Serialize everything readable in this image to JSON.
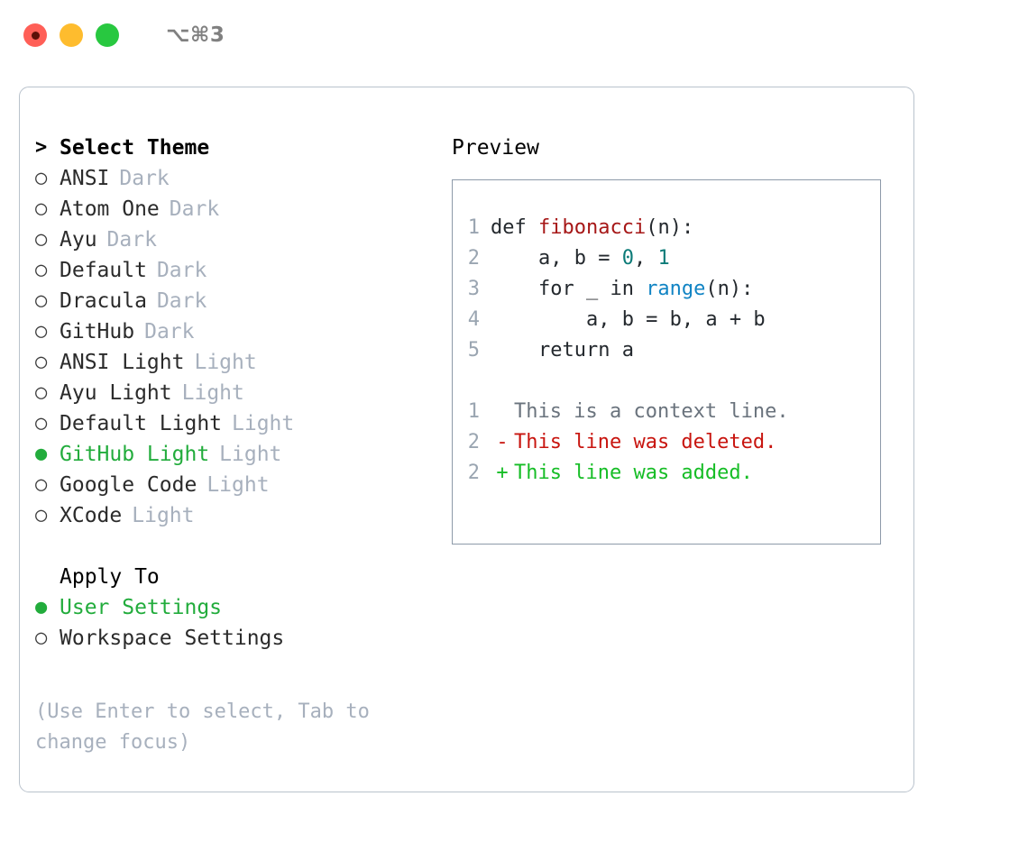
{
  "titlebar": {
    "lights": [
      {
        "name": "close",
        "color": "#ff5f57"
      },
      {
        "name": "minimize",
        "color": "#febc2e"
      },
      {
        "name": "maximize",
        "color": "#28c840"
      }
    ],
    "shortcut": "⌥⌘3"
  },
  "theme_picker": {
    "heading_marker": ">",
    "heading": "Select Theme",
    "items": [
      {
        "marker": "○",
        "label": "ANSI",
        "tag": "Dark",
        "selected": false
      },
      {
        "marker": "○",
        "label": "Atom One",
        "tag": "Dark",
        "selected": false
      },
      {
        "marker": "○",
        "label": "Ayu",
        "tag": "Dark",
        "selected": false
      },
      {
        "marker": "○",
        "label": "Default",
        "tag": "Dark",
        "selected": false
      },
      {
        "marker": "○",
        "label": "Dracula",
        "tag": "Dark",
        "selected": false
      },
      {
        "marker": "○",
        "label": "GitHub",
        "tag": "Dark",
        "selected": false
      },
      {
        "marker": "○",
        "label": "ANSI Light",
        "tag": "Light",
        "selected": false
      },
      {
        "marker": "○",
        "label": "Ayu Light",
        "tag": "Light",
        "selected": false
      },
      {
        "marker": "○",
        "label": "Default Light",
        "tag": "Light",
        "selected": false
      },
      {
        "marker": "●",
        "label": "GitHub Light",
        "tag": "Light",
        "selected": true
      },
      {
        "marker": "○",
        "label": "Google Code",
        "tag": "Light",
        "selected": false
      },
      {
        "marker": "○",
        "label": "XCode",
        "tag": "Light",
        "selected": false
      }
    ]
  },
  "apply_to": {
    "heading_marker": " ",
    "heading": "Apply To",
    "items": [
      {
        "marker": "●",
        "label": "User Settings",
        "tag": "",
        "selected": true
      },
      {
        "marker": "○",
        "label": "Workspace Settings",
        "tag": "",
        "selected": false
      }
    ]
  },
  "hint": "(Use Enter to select, Tab to change focus)",
  "preview": {
    "title": "Preview",
    "code_lines": [
      {
        "lineno": "1",
        "tokens": [
          {
            "text": "def ",
            "kind": "plain"
          },
          {
            "text": "fibonacci",
            "kind": "fn"
          },
          {
            "text": "(n):",
            "kind": "plain"
          }
        ]
      },
      {
        "lineno": "2",
        "tokens": [
          {
            "text": "    a, b = ",
            "kind": "plain"
          },
          {
            "text": "0",
            "kind": "num"
          },
          {
            "text": ", ",
            "kind": "plain"
          },
          {
            "text": "1",
            "kind": "num"
          }
        ]
      },
      {
        "lineno": "3",
        "tokens": [
          {
            "text": "    for _ in ",
            "kind": "plain"
          },
          {
            "text": "range",
            "kind": "call"
          },
          {
            "text": "(n):",
            "kind": "plain"
          }
        ]
      },
      {
        "lineno": "4",
        "tokens": [
          {
            "text": "        a, b = b, a + b",
            "kind": "plain"
          }
        ]
      },
      {
        "lineno": "5",
        "tokens": [
          {
            "text": "    return a",
            "kind": "plain"
          }
        ]
      }
    ],
    "diff_lines": [
      {
        "lineno": "1",
        "mark": " ",
        "text": "This is a context line.",
        "kind": "ctx"
      },
      {
        "lineno": "2",
        "mark": "-",
        "text": "This line was deleted.",
        "kind": "del"
      },
      {
        "lineno": "2",
        "mark": "+",
        "text": "This line was added.",
        "kind": "add"
      }
    ]
  },
  "colors": {
    "selected_green": "#22ac3c",
    "muted_tag": "#a7b0bd",
    "panel_border": "#b9c2cc",
    "preview_border": "#8d9aa9",
    "diff_add": "#16bd26",
    "diff_del": "#c8150f",
    "syntax_function": "#a61717",
    "syntax_number": "#0c7b78",
    "syntax_call": "#1184c4"
  }
}
